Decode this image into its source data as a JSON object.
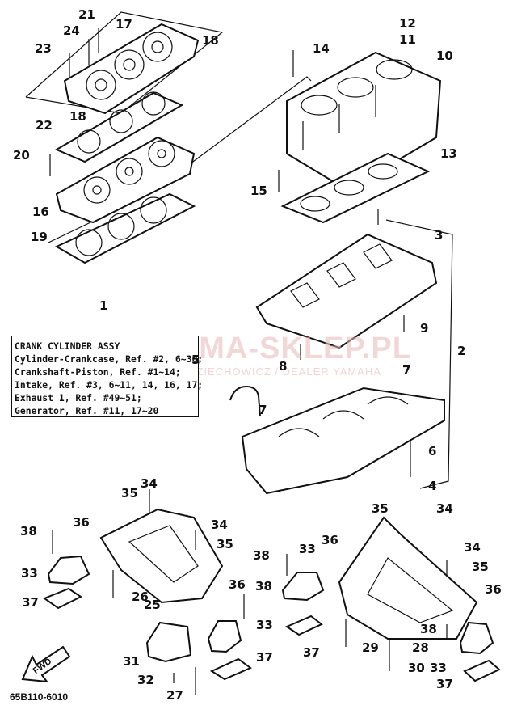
{
  "diagram": {
    "callouts": [
      {
        "id": "c1",
        "text": "1"
      },
      {
        "id": "c2",
        "text": "2"
      },
      {
        "id": "c3",
        "text": "3"
      },
      {
        "id": "c4",
        "text": "4"
      },
      {
        "id": "c5",
        "text": "5"
      },
      {
        "id": "c6",
        "text": "6"
      },
      {
        "id": "c7a",
        "text": "7"
      },
      {
        "id": "c7b",
        "text": "7"
      },
      {
        "id": "c8",
        "text": "8"
      },
      {
        "id": "c9",
        "text": "9"
      },
      {
        "id": "c10",
        "text": "10"
      },
      {
        "id": "c11",
        "text": "11"
      },
      {
        "id": "c12",
        "text": "12"
      },
      {
        "id": "c13",
        "text": "13"
      },
      {
        "id": "c14",
        "text": "14"
      },
      {
        "id": "c15",
        "text": "15"
      },
      {
        "id": "c16",
        "text": "16"
      },
      {
        "id": "c17",
        "text": "17"
      },
      {
        "id": "c18a",
        "text": "18"
      },
      {
        "id": "c18b",
        "text": "18"
      },
      {
        "id": "c19",
        "text": "19"
      },
      {
        "id": "c20",
        "text": "20"
      },
      {
        "id": "c21",
        "text": "21"
      },
      {
        "id": "c22",
        "text": "22"
      },
      {
        "id": "c23",
        "text": "23"
      },
      {
        "id": "c24",
        "text": "24"
      },
      {
        "id": "c25",
        "text": "25"
      },
      {
        "id": "c26",
        "text": "26"
      },
      {
        "id": "c27",
        "text": "27"
      },
      {
        "id": "c28",
        "text": "28"
      },
      {
        "id": "c29",
        "text": "29"
      },
      {
        "id": "c30",
        "text": "30"
      },
      {
        "id": "c31",
        "text": "31"
      },
      {
        "id": "c32",
        "text": "32"
      },
      {
        "id": "c33a",
        "text": "33"
      },
      {
        "id": "c33b",
        "text": "33"
      },
      {
        "id": "c33c",
        "text": "33"
      },
      {
        "id": "c33d",
        "text": "33"
      },
      {
        "id": "c34a",
        "text": "34"
      },
      {
        "id": "c34b",
        "text": "34"
      },
      {
        "id": "c34c",
        "text": "34"
      },
      {
        "id": "c34d",
        "text": "34"
      },
      {
        "id": "c35a",
        "text": "35"
      },
      {
        "id": "c35b",
        "text": "35"
      },
      {
        "id": "c35c",
        "text": "35"
      },
      {
        "id": "c35d",
        "text": "35"
      },
      {
        "id": "c36a",
        "text": "36"
      },
      {
        "id": "c36b",
        "text": "36"
      },
      {
        "id": "c36c",
        "text": "36"
      },
      {
        "id": "c36d",
        "text": "36"
      },
      {
        "id": "c37a",
        "text": "37"
      },
      {
        "id": "c37b",
        "text": "37"
      },
      {
        "id": "c37c",
        "text": "37"
      },
      {
        "id": "c37d",
        "text": "37"
      },
      {
        "id": "c38a",
        "text": "38"
      },
      {
        "id": "c38b",
        "text": "38"
      },
      {
        "id": "c38c",
        "text": "38"
      },
      {
        "id": "c38d",
        "text": "38"
      }
    ],
    "info_box": {
      "title": "CRANK CYLINDER ASSY",
      "lines": [
        "Cylinder-Crankcase, Ref. #2, 6~30;",
        "Crankshaft-Piston, Ref. #1~14;",
        "Intake, Ref. #3, 6~11, 14, 16, 17;",
        "Exhaust 1, Ref. #49~51;",
        "Generator, Ref. #11, 17~20"
      ]
    },
    "watermark": "YAMA-SKLEP.PL",
    "watermark_sub": "ODZIECHOWICZ / DEALER YAMAHA",
    "fwd_label": "FWD",
    "footer_code": "65B110-6010"
  }
}
